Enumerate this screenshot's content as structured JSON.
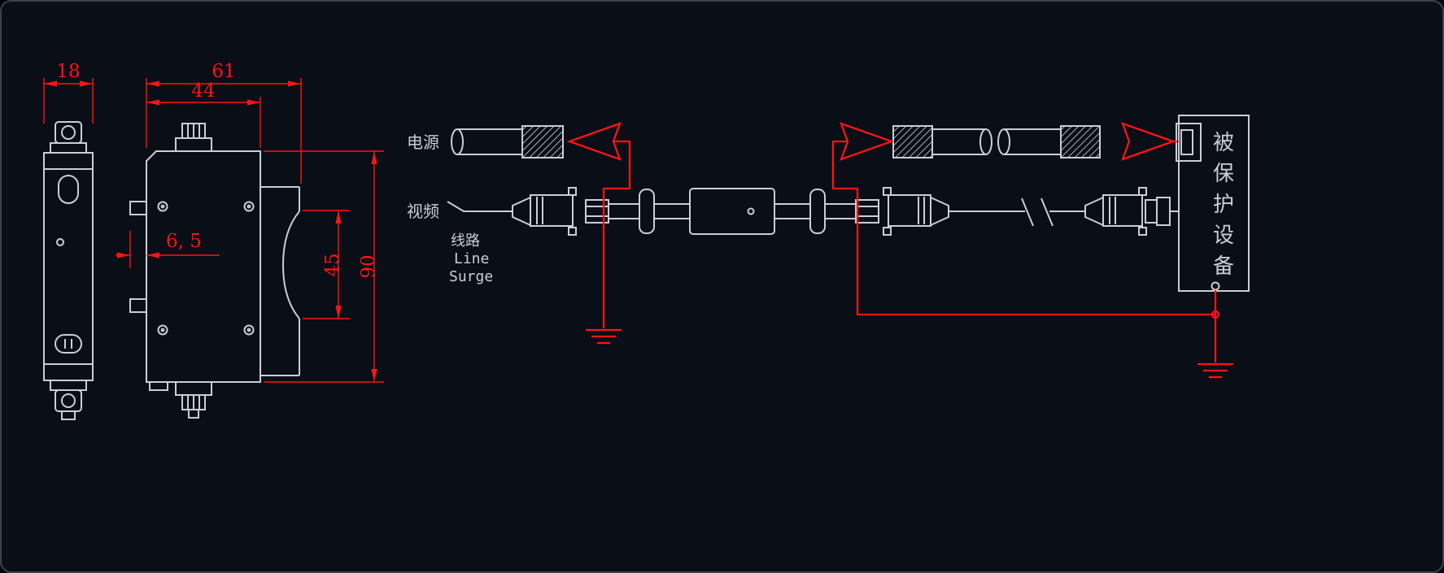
{
  "meta": {
    "title": "video-surge-protector-dimension-and-wiring-diagram"
  },
  "colors": {
    "background": "#0a0e17",
    "line": "#c9ced8",
    "dimension_red": "#ff1414"
  },
  "views": {
    "front": {
      "dim_width": "18"
    },
    "side": {
      "dim_total_width": "61",
      "dim_inner_width": "44",
      "dim_clip_depth": "6, 5",
      "dim_inner_height": "45",
      "dim_total_height": "90"
    }
  },
  "wiring": {
    "power_label": "电源",
    "video_label": "视频",
    "surge_label_cn": "线路",
    "surge_label_en1": "Line",
    "surge_label_en2": "Surge",
    "protected_device_label": "被保护设备",
    "protected_device_chars": [
      "被",
      "保",
      "护",
      "设",
      "备"
    ]
  },
  "icons": {
    "ground_symbol": "earth-ground",
    "red_plug": "power-plug-arrow",
    "bnc": "bnc-connector"
  }
}
